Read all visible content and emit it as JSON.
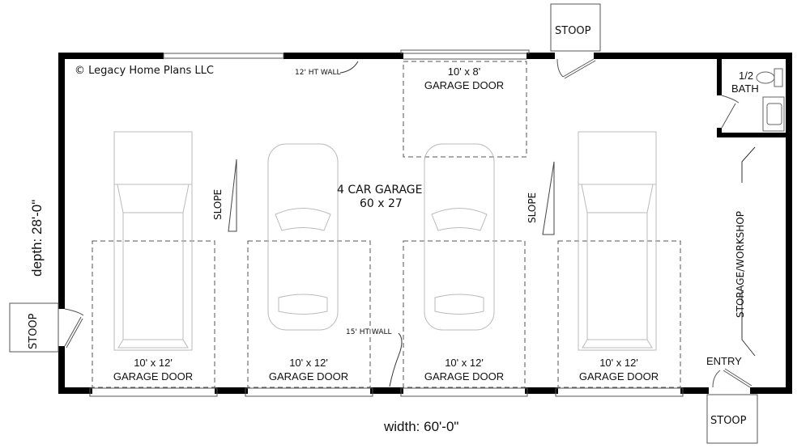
{
  "plan": {
    "copyright": "© Legacy Home Plans LLC",
    "title": "4 CAR GARAGE",
    "size": "60 x 27",
    "width_dim": "width: 60'-0\"",
    "depth_dim": "depth: 28'-0\"",
    "wall_note_top": "12' HT WALL",
    "wall_note_bottom": "15' HT WALL",
    "rear_door": {
      "size": "10' x 8'",
      "label": "GARAGE DOOR"
    },
    "front_doors": [
      {
        "size": "10' x 12'",
        "label": "GARAGE DOOR"
      },
      {
        "size": "10' x 12'",
        "label": "GARAGE DOOR"
      },
      {
        "size": "10' x 12'",
        "label": "GARAGE DOOR"
      },
      {
        "size": "10' x 12'",
        "label": "GARAGE DOOR"
      }
    ],
    "stoops": [
      "STOOP",
      "STOOP",
      "STOOP"
    ],
    "slope_labels": [
      "SLOPE",
      "SLOPE"
    ],
    "bath": {
      "line1": "1/2",
      "line2": "BATH"
    },
    "storage": "STORAGE/WORKSHOP",
    "entry": "ENTRY",
    "vehicles": [
      "truck",
      "car",
      "car",
      "truck"
    ]
  }
}
